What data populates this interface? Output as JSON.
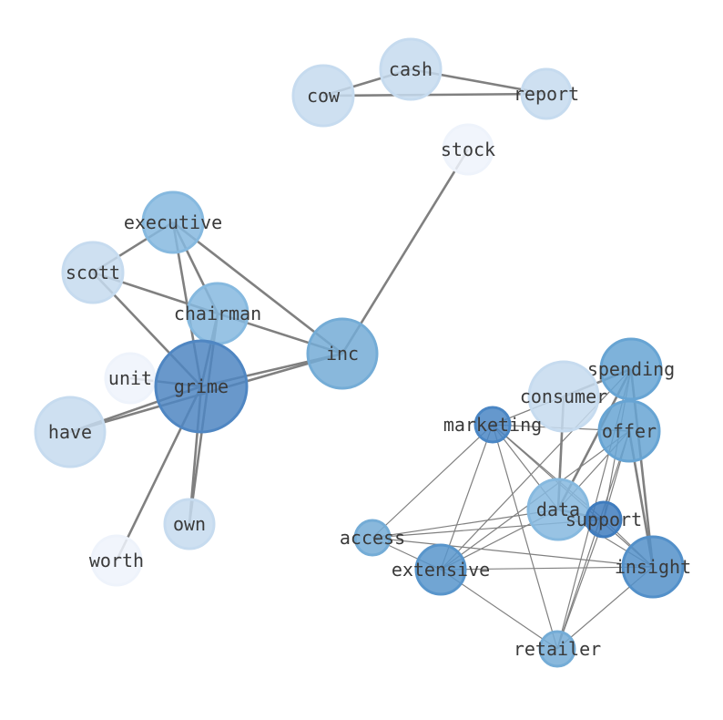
{
  "nodes": [
    {
      "id": "cash",
      "label": "cash",
      "color": "#c6dbef"
    },
    {
      "id": "cow",
      "label": "cow",
      "color": "#c6dbef"
    },
    {
      "id": "report",
      "label": "report",
      "color": "#c6dbef"
    },
    {
      "id": "stock",
      "label": "stock",
      "color": "#eef3fb"
    },
    {
      "id": "executive",
      "label": "executive",
      "color": "#86b9df"
    },
    {
      "id": "scott",
      "label": "scott",
      "color": "#c6dbef"
    },
    {
      "id": "chairman",
      "label": "chairman",
      "color": "#86b9df"
    },
    {
      "id": "inc",
      "label": "inc",
      "color": "#74acd6"
    },
    {
      "id": "unit",
      "label": "unit",
      "color": "#eef3fb"
    },
    {
      "id": "grime",
      "label": "grime",
      "color": "#4f86c2"
    },
    {
      "id": "have",
      "label": "have",
      "color": "#c6dbef"
    },
    {
      "id": "own",
      "label": "own",
      "color": "#c6dbef"
    },
    {
      "id": "worth",
      "label": "worth",
      "color": "#eef3fb"
    },
    {
      "id": "spending",
      "label": "spending",
      "color": "#67a4d3"
    },
    {
      "id": "consumer",
      "label": "consumer",
      "color": "#c6dbef"
    },
    {
      "id": "marketing",
      "label": "marketing",
      "color": "#4a86c4"
    },
    {
      "id": "offer",
      "label": "offer",
      "color": "#67a4d3"
    },
    {
      "id": "data",
      "label": "data",
      "color": "#86b9df"
    },
    {
      "id": "support",
      "label": "support",
      "color": "#3f7cbe"
    },
    {
      "id": "access",
      "label": "access",
      "color": "#74acd6"
    },
    {
      "id": "extensive",
      "label": "extensive",
      "color": "#5895cb"
    },
    {
      "id": "insight",
      "label": "insight",
      "color": "#5390c9"
    },
    {
      "id": "retailer",
      "label": "retailer",
      "color": "#74acd6"
    }
  ],
  "edges": [
    [
      "cash",
      "cow"
    ],
    [
      "cash",
      "report"
    ],
    [
      "cow",
      "report"
    ],
    [
      "stock",
      "inc"
    ],
    [
      "executive",
      "scott"
    ],
    [
      "executive",
      "chairman"
    ],
    [
      "executive",
      "grime"
    ],
    [
      "executive",
      "inc"
    ],
    [
      "scott",
      "grime"
    ],
    [
      "scott",
      "chairman"
    ],
    [
      "chairman",
      "inc"
    ],
    [
      "chairman",
      "grime"
    ],
    [
      "chairman",
      "own"
    ],
    [
      "inc",
      "grime"
    ],
    [
      "inc",
      "have"
    ],
    [
      "grime",
      "unit"
    ],
    [
      "grime",
      "have"
    ],
    [
      "grime",
      "own"
    ],
    [
      "grime",
      "worth"
    ],
    [
      "spending",
      "consumer"
    ],
    [
      "spending",
      "marketing"
    ],
    [
      "spending",
      "data"
    ],
    [
      "spending",
      "insight"
    ],
    [
      "spending",
      "support"
    ],
    [
      "spending",
      "retailer"
    ],
    [
      "spending",
      "extensive"
    ],
    [
      "consumer",
      "data"
    ],
    [
      "consumer",
      "marketing"
    ],
    [
      "marketing",
      "offer"
    ],
    [
      "marketing",
      "data"
    ],
    [
      "marketing",
      "insight"
    ],
    [
      "marketing",
      "access"
    ],
    [
      "marketing",
      "extensive"
    ],
    [
      "marketing",
      "retailer"
    ],
    [
      "marketing",
      "support"
    ],
    [
      "offer",
      "data"
    ],
    [
      "offer",
      "insight"
    ],
    [
      "offer",
      "support"
    ],
    [
      "offer",
      "extensive"
    ],
    [
      "offer",
      "retailer"
    ],
    [
      "data",
      "support"
    ],
    [
      "data",
      "insight"
    ],
    [
      "data",
      "access"
    ],
    [
      "data",
      "extensive"
    ],
    [
      "support",
      "insight"
    ],
    [
      "support",
      "access"
    ],
    [
      "support",
      "retailer"
    ],
    [
      "access",
      "extensive"
    ],
    [
      "access",
      "insight"
    ],
    [
      "extensive",
      "insight"
    ],
    [
      "extensive",
      "retailer"
    ],
    [
      "insight",
      "retailer"
    ]
  ],
  "edge_color": "#808080"
}
